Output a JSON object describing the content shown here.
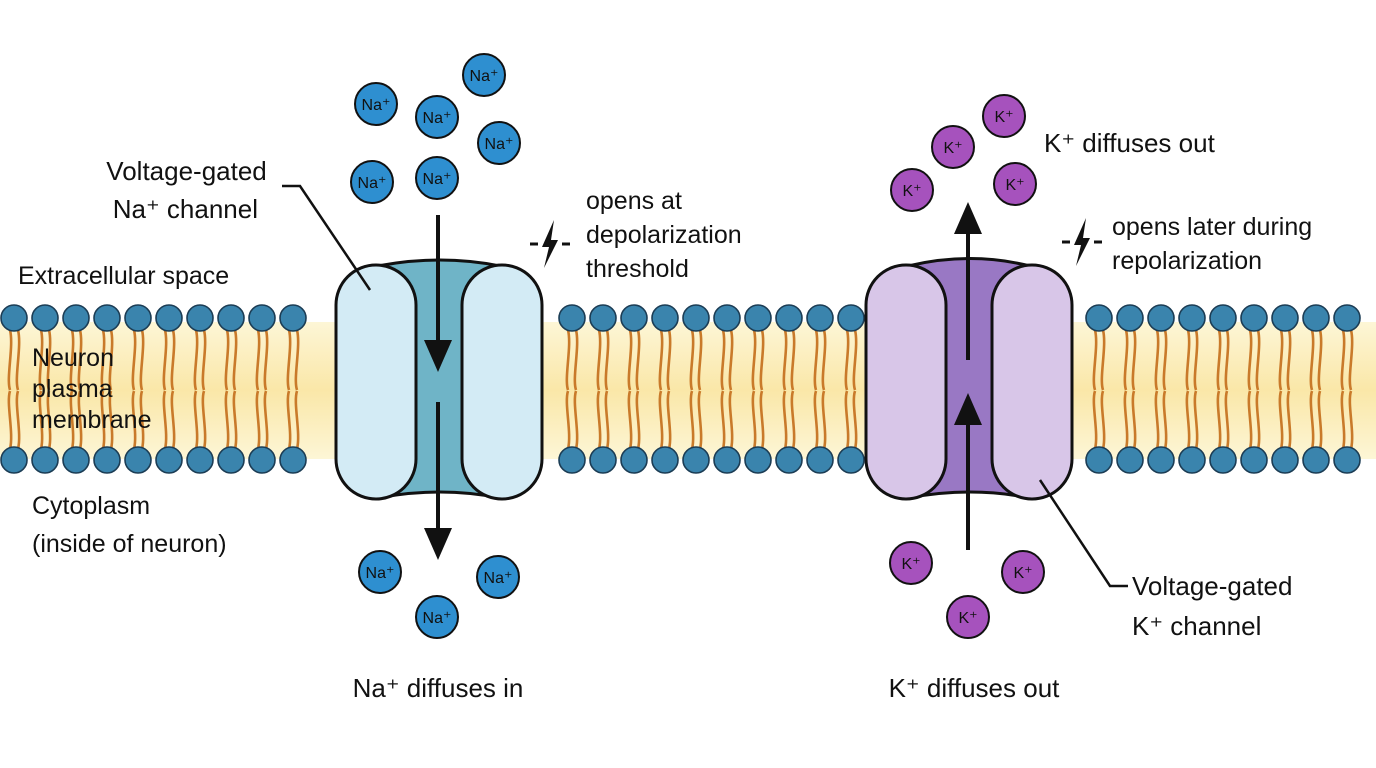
{
  "labels": {
    "na_channel": [
      "Voltage-gated",
      "Na⁺ channel"
    ],
    "na_opens": [
      "opens at",
      "depolarization",
      "threshold"
    ],
    "extracellular": "Extracellular space",
    "membrane": [
      "Neuron",
      "plasma",
      "membrane"
    ],
    "cytoplasm": [
      "Cytoplasm",
      "(inside of neuron)"
    ],
    "na_diffuses": "Na⁺ diffuses in",
    "k_diffuses_top": "K⁺ diffuses out",
    "k_opens": [
      "opens later during",
      "repolarization"
    ],
    "k_channel": [
      "Voltage-gated",
      "K⁺ channel"
    ],
    "k_diffuses_bottom": "K⁺ diffuses out"
  },
  "ions": {
    "na_label": "Na⁺",
    "k_label": "K⁺"
  },
  "colors": {
    "na_ion": "#2e8fd0",
    "k_ion": "#a652bd",
    "na_channel_light": "#d3ebf5",
    "na_channel_pore": "#6fb4c7",
    "k_channel_light": "#d8c6e8",
    "k_channel_pore": "#9978c4",
    "phospholipid_head": "#3a84ad",
    "phospholipid_tail": "#c97a2a",
    "membrane_fill": "#fbeeb8"
  },
  "icons": {
    "na_voltage": "lightning-bolt-icon",
    "k_voltage": "lightning-bolt-icon"
  }
}
